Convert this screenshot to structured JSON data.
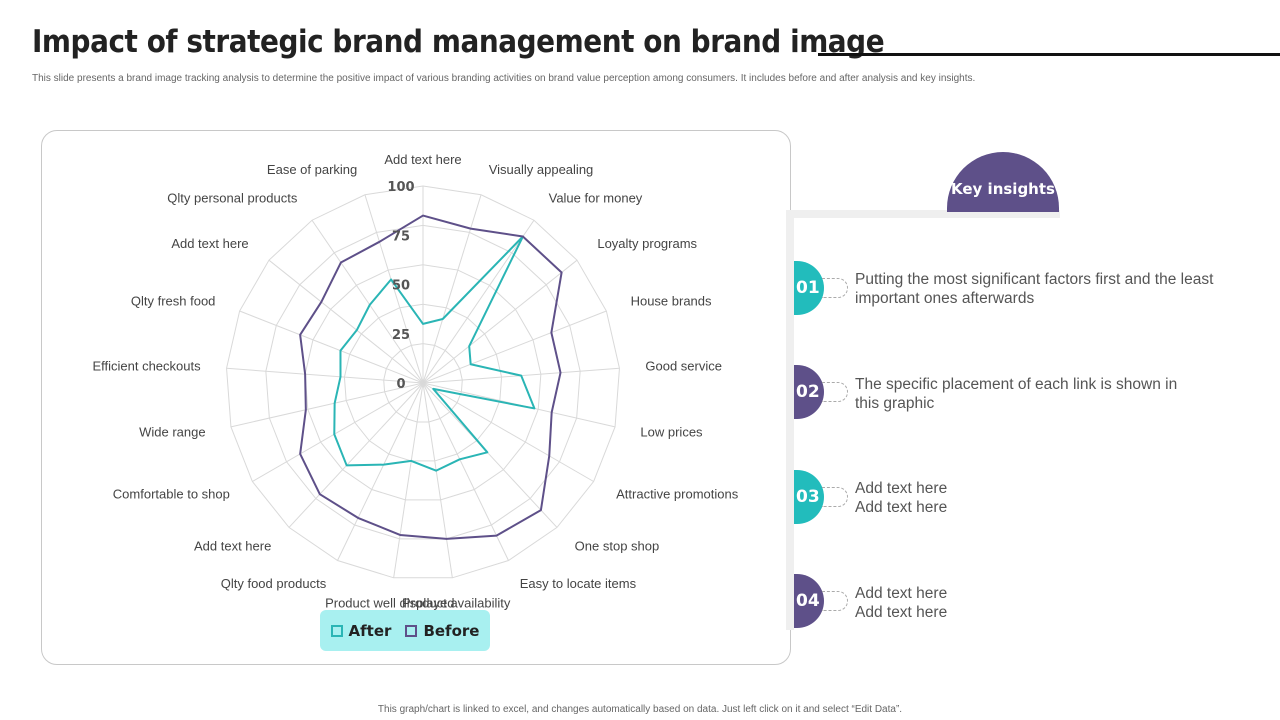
{
  "header": {
    "title": "Impact of strategic brand management on brand image",
    "subtitle": "This slide presents a brand image tracking analysis to determine the positive impact of various branding activities on brand value perception among consumers. It includes before and after analysis and key insights."
  },
  "legend": {
    "after": "After",
    "before": "Before"
  },
  "insights": {
    "heading": "Key insights",
    "items": [
      {
        "num": "01",
        "line1": "Putting the most significant factors first and the least",
        "line2": "important ones afterwards"
      },
      {
        "num": "02",
        "line1": "The specific placement of each link is shown in",
        "line2": "this graphic"
      },
      {
        "num": "03",
        "line1": "Add text here",
        "line2": "Add text here"
      },
      {
        "num": "04",
        "line1": "Add text here",
        "line2": "Add text here"
      }
    ]
  },
  "footer": "This graph/chart is linked to excel, and changes automatically based on data. Just left click on it and select “Edit Data”.",
  "colors": {
    "after": "#2ab5b5",
    "before": "#5e5089",
    "grid": "#d9d9d9",
    "accent_teal": "#22bcbc",
    "accent_purple": "#5e5089"
  },
  "chart_data": {
    "type": "radar",
    "categories": [
      "Add text here",
      "Visually appealing",
      "Value for money",
      "Loyalty programs",
      "House brands",
      "Good service",
      "Low prices",
      "Attractive promotions",
      "One stop shop",
      "Easy to locate items",
      "Product availability",
      "Product well displayed",
      "Qlty food products",
      "Add text here",
      "Comfortable to shop",
      "Wide range",
      "Efficient checkouts",
      "Qlty fresh food",
      "Add text here",
      "Qlty personal products",
      "Ease of parking"
    ],
    "ticks": [
      0,
      25,
      50,
      75,
      100
    ],
    "rlim": [
      0,
      100
    ],
    "series": [
      {
        "name": "After",
        "values": [
          30,
          34,
          90,
          30,
          26,
          50,
          58,
          6,
          48,
          43,
          45,
          40,
          46,
          57,
          52,
          46,
          42,
          45,
          43,
          48,
          55
        ]
      },
      {
        "name": "Before",
        "values": [
          85,
          82,
          90,
          90,
          70,
          70,
          67,
          74,
          88,
          86,
          80,
          78,
          76,
          77,
          72,
          61,
          60,
          67,
          66,
          74,
          75
        ]
      }
    ]
  }
}
